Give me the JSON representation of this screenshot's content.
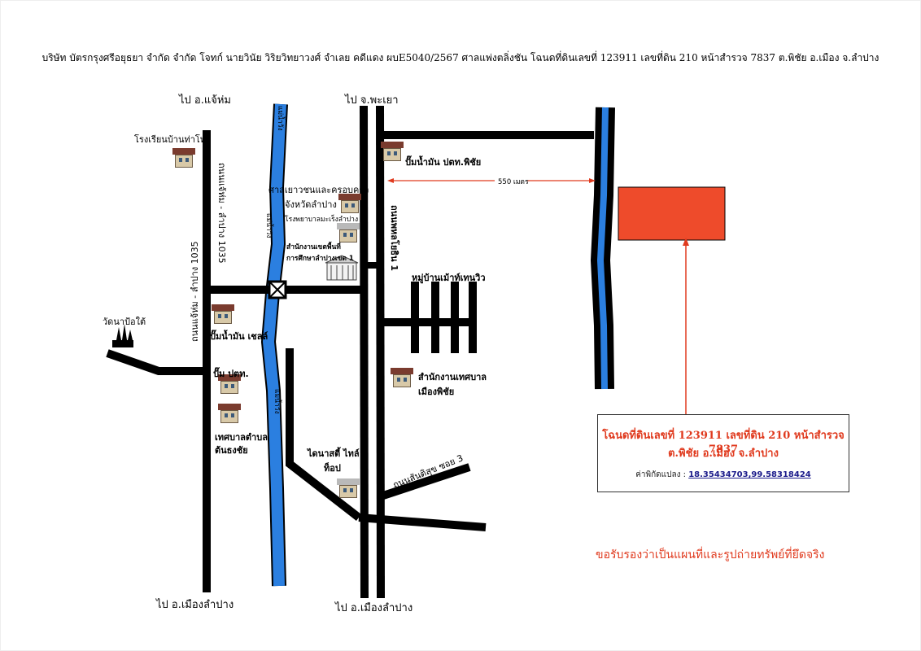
{
  "header": {
    "text": "บริษัท บัตรกรุงศรีอยุธยา จำกัด จำกัด โจทก์  นายวินัย วิริยวิทยาวงศ์ จำเลย คดีแดง ผบE5040/2567 ศาลแพ่งตลิ่งชัน โฉนดที่ดินเลขที่ 123911  เลขที่ดิน 210  หน้าสำรวจ 7837 ต.พิชัย  อ.เมือง  จ.ลำปาง"
  },
  "directions": {
    "to_chaehom": "ไป อ.แจ้ห่ม",
    "to_phayao": "ไป จ.พะเยา",
    "to_lampang_left": "ไป อ.เมืองลำปาง",
    "to_lampang_right": "ไป อ.เมืองลำปาง"
  },
  "roads": {
    "chaehom_lampang_a": "ถนนแจ้ห่ม - ลำปาง 1035",
    "chaehom_lampang_b": "ถนนแจ้ห่ม - ลำปาง 1035",
    "phahon": "ถนนพหลโยธิน 1",
    "santisuk": "ถนนสันติสุข ซอย 3"
  },
  "river": {
    "label_top": "แม่น้ำวัง",
    "label_mid": "แม่น้ำวัง",
    "label_low": "แม่น้ำวัง"
  },
  "landmarks": {
    "school": "โรงเรียนบ้านท่าโทก",
    "youth_court_1": "ศาลเยาวชนและครอบครัว",
    "youth_court_2": "จังหวัดลำปาง",
    "hospital": "โรงพยาบาลมะเร็งลำปาง",
    "edu_office_1": "สำนักงานเขตพื้นที่",
    "edu_office_2": "การศึกษาลำปางเขต 1",
    "ptt_pichai": "ปั๊มน้ำมัน ปตท.พิชัย",
    "village": "หมู่บ้านเม้าท์เทนวิว",
    "temple": "วัดนาป้อใต้",
    "shell": "ปั๊มน้ำมัน เชลล์",
    "ptt": "ปั๊ม ปตท.",
    "tambon_1": "เทศบาลตำบล",
    "tambon_2": "ต้นธงชัย",
    "municipal_1": "สำนักงานเทศบาล",
    "municipal_2": "เมืองพิชัย",
    "dynasty_1": "ไดนาสตี้ ไทล์",
    "dynasty_2": "ท็อป"
  },
  "distance_label": "550 เมตร",
  "info": {
    "line1": "โฉนดที่ดินเลขที่ 123911  เลขที่ดิน 210  หน้าสำรวจ 7837",
    "line2": "ต.พิชัย  อ.เมือง  จ.ลำปาง",
    "coord_label": "ค่าพิกัดแปลง :",
    "coord_value": "18.35434703,99.58318424"
  },
  "certify": "ขอรับรองว่าเป็นแผนที่และรูปถ่ายทรัพย์ที่ยึดจริง",
  "colors": {
    "road": "#000000",
    "river": "#2b7fe0",
    "plot": "#ee4b2b",
    "accent": "#e03a1e"
  }
}
